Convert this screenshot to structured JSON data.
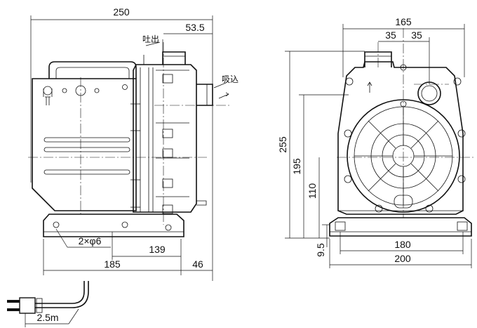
{
  "dimensions": {
    "overall_width": "250",
    "outlet_offset": "53.5",
    "base_length": "185",
    "rear_offset": "46",
    "mount_spacing": "139",
    "mount_holes": "2×φ6",
    "front_width": "165",
    "port_left": "35",
    "port_right": "35",
    "overall_height": "255",
    "outlet_height": "195",
    "inlet_height": "110",
    "base_height": "9.5",
    "foot_spacing": "180",
    "base_width": "200",
    "cord_length": "2.5m"
  },
  "labels": {
    "discharge": "吐出",
    "suction": "吸込"
  }
}
